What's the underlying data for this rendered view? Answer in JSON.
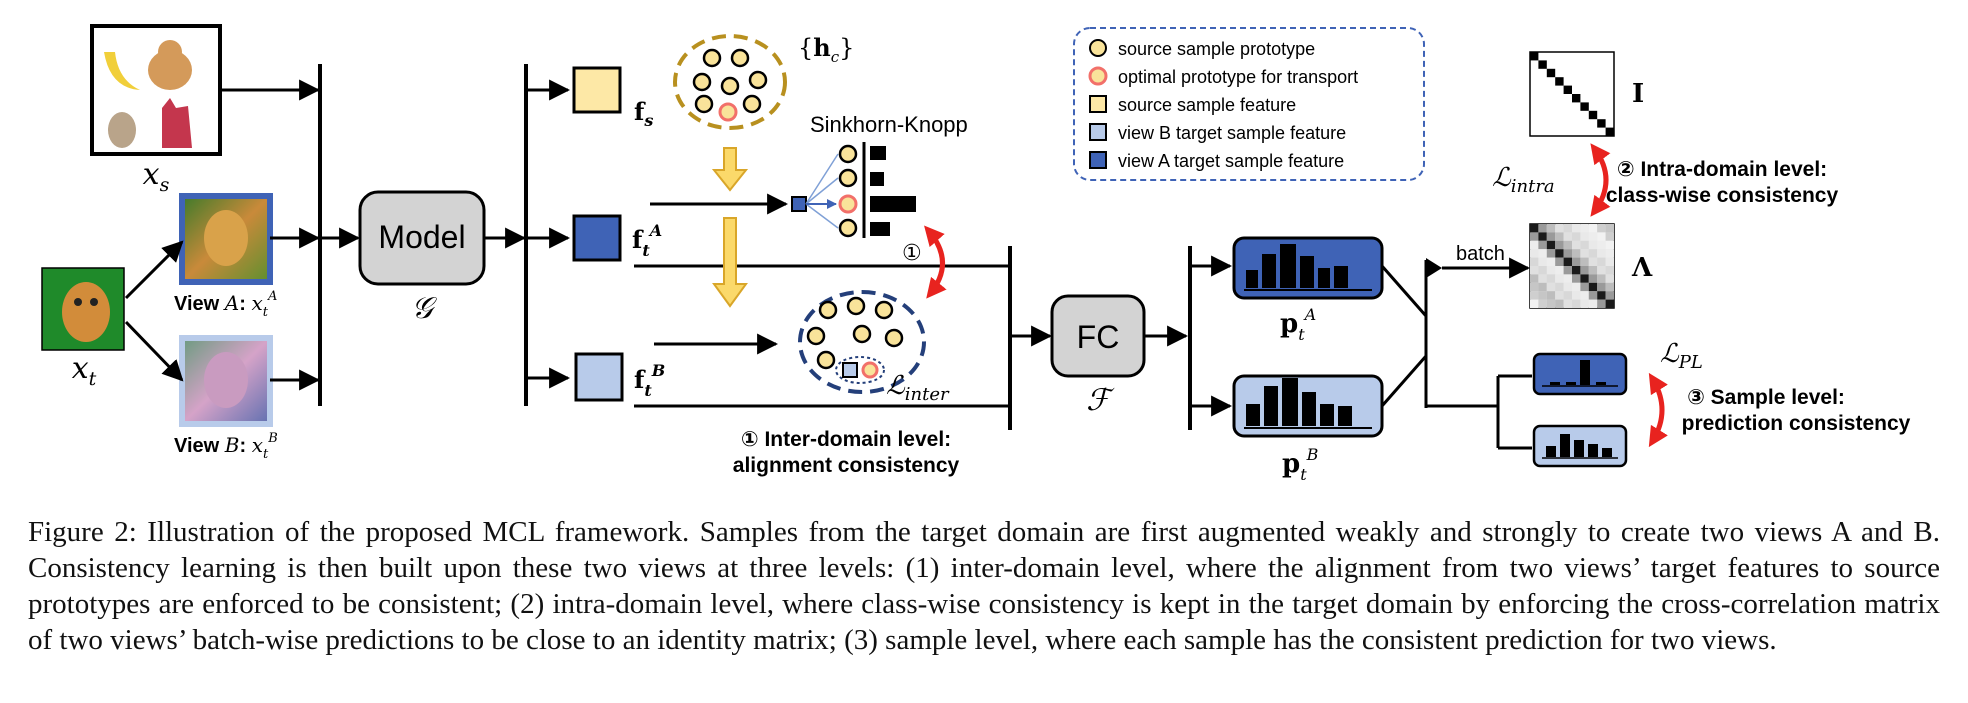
{
  "diagram": {
    "source_label": "x_s",
    "target_label": "x_t",
    "view_a_label": "View A: x_t^A",
    "view_b_label": "View B: x_t^B",
    "model_label": "Model",
    "model_symbol": "𝒢",
    "fc_label": "FC",
    "fc_symbol": "ℱ",
    "fs_label": "f_s",
    "fta_label": "f_t^A",
    "ftb_label": "f_t^B",
    "hc_label": "{h_c}",
    "sinkhorn_label": "Sinkhorn-Knopp",
    "l_inter": "ℒ_inter",
    "l_intra": "ℒ_intra",
    "l_pl": "ℒ_PL",
    "pta_label": "p_t^A",
    "ptb_label": "p_t^B",
    "batch_label": "batch",
    "identity_label": "I",
    "lambda_label": "Λ",
    "level1_num": "①",
    "level1_line1": "① Inter-domain level:",
    "level1_line2": "alignment consistency",
    "level2_line1": "② Intra-domain level:",
    "level2_line2": "class-wise consistency",
    "level3_line1": "③ Sample level:",
    "level3_line2": "prediction consistency",
    "legend": [
      {
        "label": "source sample prototype",
        "marker": "circle",
        "fill": "#f9e39a",
        "stroke": "#000000"
      },
      {
        "label": "optimal prototype for transport",
        "marker": "circle",
        "fill": "#f9e39a",
        "stroke": "#f2706a"
      },
      {
        "label": "source sample feature",
        "marker": "square",
        "fill": "#fde8a6",
        "stroke": "#000000"
      },
      {
        "label": "view B target sample feature",
        "marker": "square",
        "fill": "#b8cbea",
        "stroke": "#000000"
      },
      {
        "label": "view A target sample feature",
        "marker": "square",
        "fill": "#3f63b6",
        "stroke": "#000000"
      }
    ]
  },
  "colors": {
    "accent_blue": "#3f63b6",
    "light_blue": "#b8cbea",
    "source_yellow": "#fde8a6",
    "cluster_gold": "#b8901f",
    "cluster_navy": "#243f7a",
    "arrow_red": "#e8231f",
    "block_gray": "#d3d3d3"
  },
  "caption": "Figure 2: Illustration of the proposed MCL framework. Samples from the target domain are first augmented weakly and strongly to create two views A and B. Consistency learning is then built upon these two views at three levels: (1) inter-domain level, where the alignment from two views’ target features to source prototypes are enforced to be consistent; (2) intra-domain level, where class-wise consistency is kept in the target domain by enforcing the cross-correlation matrix of two views’ batch-wise predictions to be close to an identity matrix; (3) sample level, where each sample has the consistent prediction for two views."
}
